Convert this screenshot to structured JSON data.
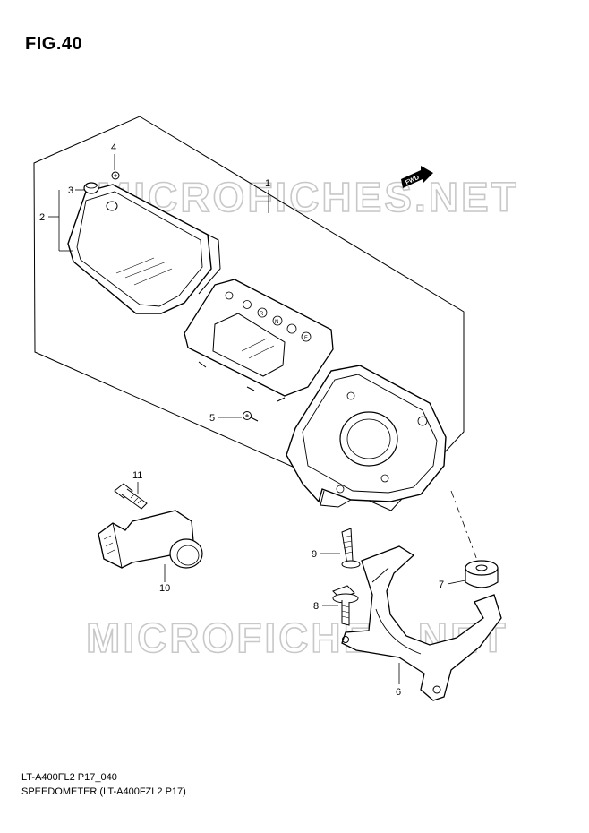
{
  "figure": {
    "title": "FIG.40",
    "caption_model": "LT-A400FL2 P17_040",
    "caption_description": "SPEEDOMETER (LT-A400FZL2 P17)"
  },
  "watermark": {
    "text": "MICROFICHES.NET"
  },
  "direction_badge": {
    "label": "FWD"
  },
  "gear_indicators": [
    "R",
    "N",
    "F"
  ],
  "callouts": [
    {
      "number": "1",
      "part": "speedometer-assembly"
    },
    {
      "number": "2",
      "part": "meter-case-cover"
    },
    {
      "number": "3",
      "part": "cap"
    },
    {
      "number": "4",
      "part": "screw"
    },
    {
      "number": "5",
      "part": "screw"
    },
    {
      "number": "6",
      "part": "meter-bracket"
    },
    {
      "number": "7",
      "part": "grommet"
    },
    {
      "number": "8",
      "part": "bolt"
    },
    {
      "number": "9",
      "part": "screw"
    },
    {
      "number": "10",
      "part": "speed-sensor"
    },
    {
      "number": "11",
      "part": "bolt"
    }
  ]
}
